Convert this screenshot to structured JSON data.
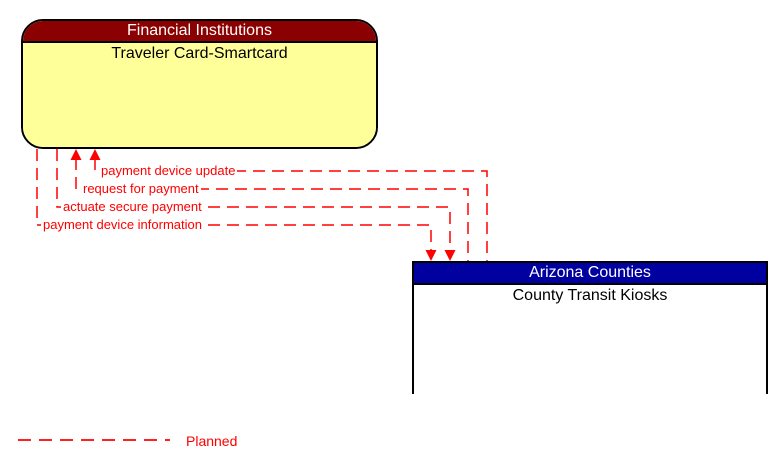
{
  "diagram": {
    "type": "interface-context-diagram",
    "boxes": [
      {
        "id": "traveler-card-smartcard",
        "header": "Financial Institutions",
        "title": "Traveler Card-Smartcard",
        "header_color": "#8b0000",
        "body_color": "#ffff99"
      },
      {
        "id": "county-transit-kiosks",
        "header": "Arizona Counties",
        "title": "County Transit Kiosks",
        "header_color": "#0000a0",
        "body_color": "#ffffff"
      }
    ],
    "connectors": [
      {
        "label": "payment device update",
        "from": "County Transit Kiosks",
        "to": "Traveler Card-Smartcard",
        "status": "planned"
      },
      {
        "label": "request for payment",
        "from": "County Transit Kiosks",
        "to": "Traveler Card-Smartcard",
        "status": "planned"
      },
      {
        "label": "actuate secure payment",
        "from": "Traveler Card-Smartcard",
        "to": "County Transit Kiosks",
        "status": "planned"
      },
      {
        "label": "payment device information",
        "from": "Traveler Card-Smartcard",
        "to": "County Transit Kiosks",
        "status": "planned"
      }
    ],
    "legend": {
      "label": "Planned",
      "line_style": "dashed",
      "color": "#ff0000"
    }
  }
}
